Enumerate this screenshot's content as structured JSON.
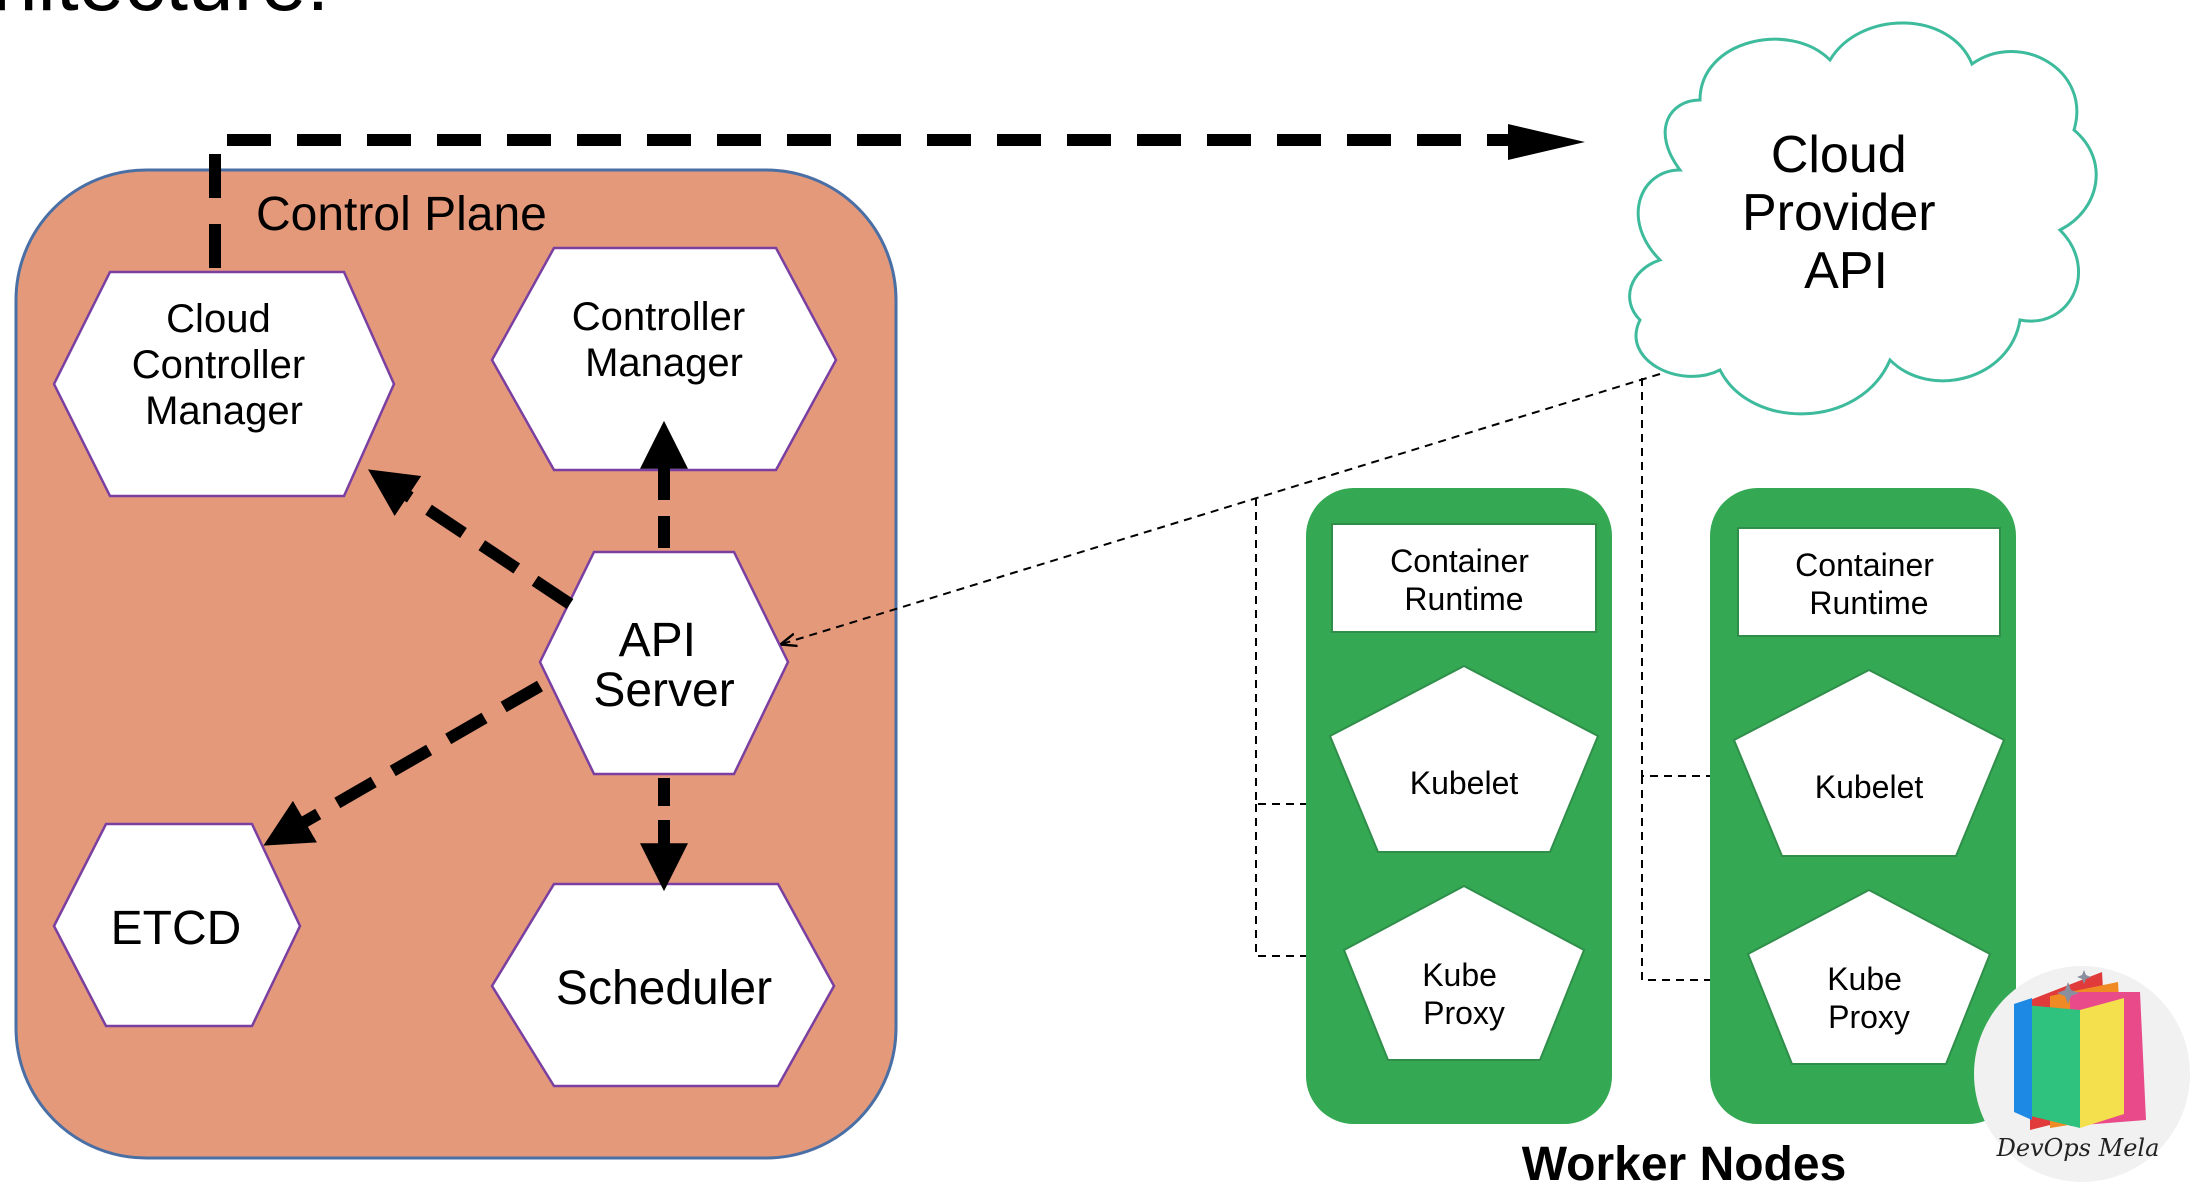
{
  "header_fragment": "hitecture:",
  "control_plane": {
    "title": "Control Plane",
    "components": {
      "cloud_controller_manager": [
        "Cloud",
        "Controller",
        "Manager"
      ],
      "controller_manager": [
        "Controller",
        "Manager"
      ],
      "api_server": [
        "API",
        "Server"
      ],
      "etcd": [
        "ETCD"
      ],
      "scheduler": [
        "Scheduler"
      ]
    }
  },
  "cloud": {
    "lines": [
      "Cloud",
      "Provider",
      "API"
    ]
  },
  "worker_nodes": {
    "title": "Worker Nodes",
    "nodes": [
      {
        "runtime": [
          "Container",
          "Runtime"
        ],
        "kubelet": "Kubelet",
        "proxy": [
          "Kube",
          "Proxy"
        ]
      },
      {
        "runtime": [
          "Container",
          "Runtime"
        ],
        "kubelet": "Kubelet",
        "proxy": [
          "Kube",
          "Proxy"
        ]
      }
    ]
  },
  "logo": {
    "text": "DevOps Mela"
  },
  "colors": {
    "control_plane_fill": "#e4997a",
    "control_plane_stroke": "#4a6fa5",
    "hex_stroke": "#7a3fa0",
    "worker_fill": "#34a853",
    "cloud_stroke": "#3dbb9c"
  }
}
